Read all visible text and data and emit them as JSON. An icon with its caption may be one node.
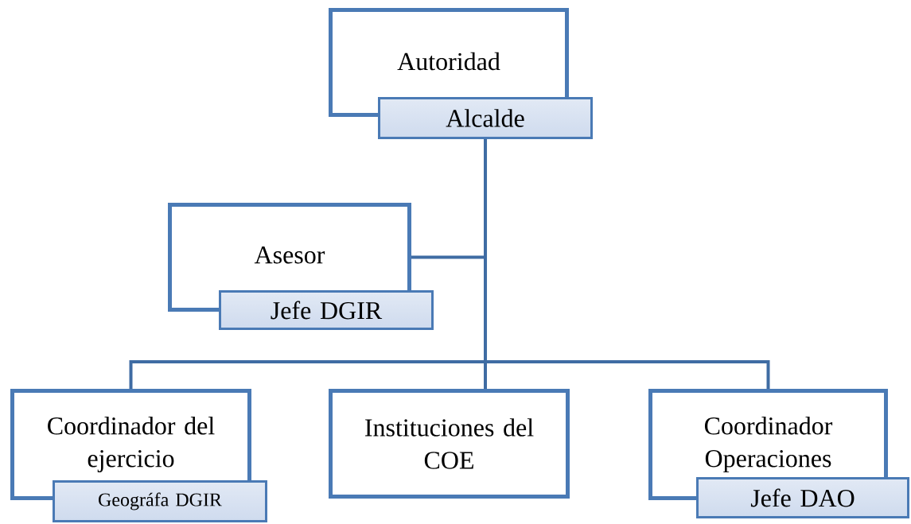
{
  "diagram": {
    "nodes": [
      {
        "text": [
          "Autoridad"
        ]
      },
      {
        "text": [
          "Alcalde"
        ]
      },
      {
        "text": [
          "Asesor"
        ]
      },
      {
        "text": [
          "Jefe DGIR"
        ]
      },
      {
        "text": [
          "Coordinador del ejercicio"
        ]
      },
      {
        "text": [
          "Geográfa DGIR"
        ]
      },
      {
        "text": [
          "Instituciones del COE"
        ]
      },
      {
        "text": [
          "Coordinador Operaciones"
        ]
      },
      {
        "text": [
          "Jefe DAO"
        ]
      }
    ],
    "edges": [
      {
        "from": 1,
        "to": 2,
        "arrow": "none"
      },
      {
        "from": 1,
        "to": 4,
        "arrow": "none"
      },
      {
        "from": 1,
        "to": 6,
        "arrow": "none"
      },
      {
        "from": 1,
        "to": 7,
        "arrow": "none"
      }
    ]
  }
}
